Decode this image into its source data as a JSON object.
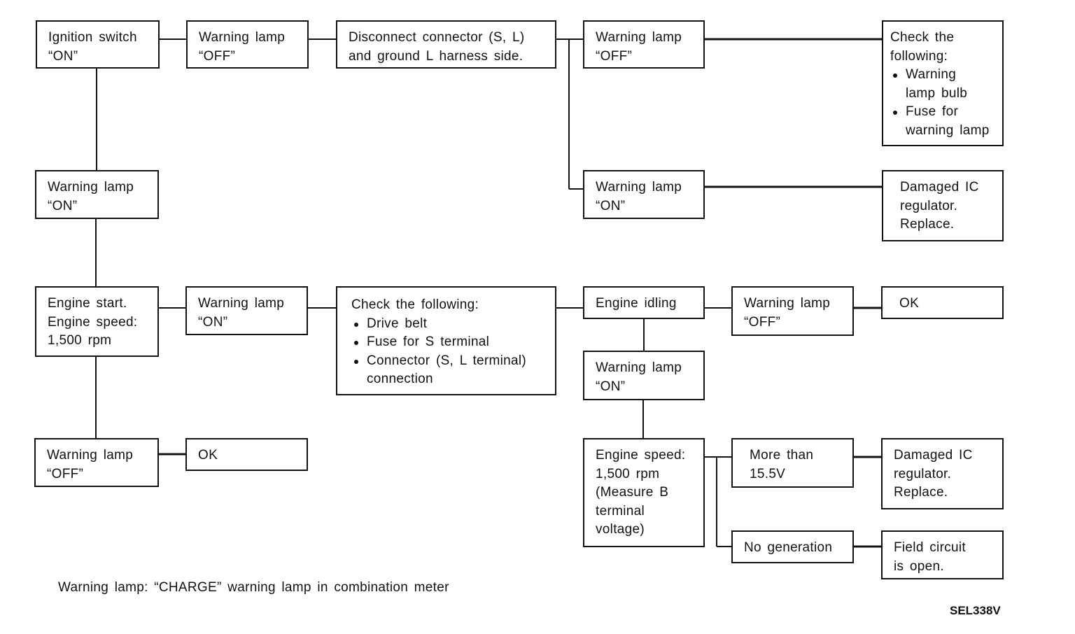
{
  "diagram": {
    "nodes": {
      "ign_on": [
        "Ignition switch",
        "“ON”"
      ],
      "wl_off_1": [
        "Warning lamp",
        "“OFF”"
      ],
      "disconnect": [
        "Disconnect connector (S, L)",
        "and ground L harness side."
      ],
      "wl_off_2": [
        "Warning lamp",
        "“OFF”"
      ],
      "check_bulb": {
        "lines": [
          "Check the",
          "following:"
        ],
        "bullets": [
          [
            "Warning",
            "lamp bulb"
          ],
          [
            "Fuse for",
            "warning lamp"
          ]
        ]
      },
      "wl_on_right": [
        "Warning lamp",
        "“ON”"
      ],
      "ic_damaged_1": [
        "Damaged IC",
        "regulator.",
        "Replace."
      ],
      "wl_on_left": [
        "Warning lamp",
        "“ON”"
      ],
      "engine_start": [
        "Engine start.",
        "Engine speed:",
        "1,500 rpm"
      ],
      "wl_on_mid": [
        "Warning lamp",
        "“ON”"
      ],
      "check_belt": {
        "lines": [
          "Check the following:"
        ],
        "bullets": [
          [
            "Drive belt"
          ],
          [
            "Fuse for S terminal"
          ],
          [
            "Connector (S, L terminal)",
            "connection"
          ]
        ]
      },
      "engine_idling": [
        "Engine idling"
      ],
      "wl_off_3": [
        "Warning lamp",
        "“OFF”"
      ],
      "ok_1": [
        "OK"
      ],
      "wl_on_4": [
        "Warning lamp",
        "“ON”"
      ],
      "wl_off_left": [
        "Warning lamp",
        "“OFF”"
      ],
      "ok_2": [
        "OK"
      ],
      "measure_b": [
        "Engine speed:",
        "1,500 rpm",
        "(Measure B",
        "terminal",
        "voltage)"
      ],
      "more_than": [
        "More than",
        "15.5V"
      ],
      "ic_damaged_2": [
        "Damaged IC",
        "regulator.",
        "Replace."
      ],
      "no_generation": [
        "No generation"
      ],
      "field_open": [
        "Field circuit",
        "is open."
      ]
    }
  },
  "footnote": "Warning lamp: “CHARGE” warning lamp in combination meter",
  "figure_code": "SEL338V",
  "colors": {
    "ink": "#111111",
    "paper": "#ffffff"
  }
}
